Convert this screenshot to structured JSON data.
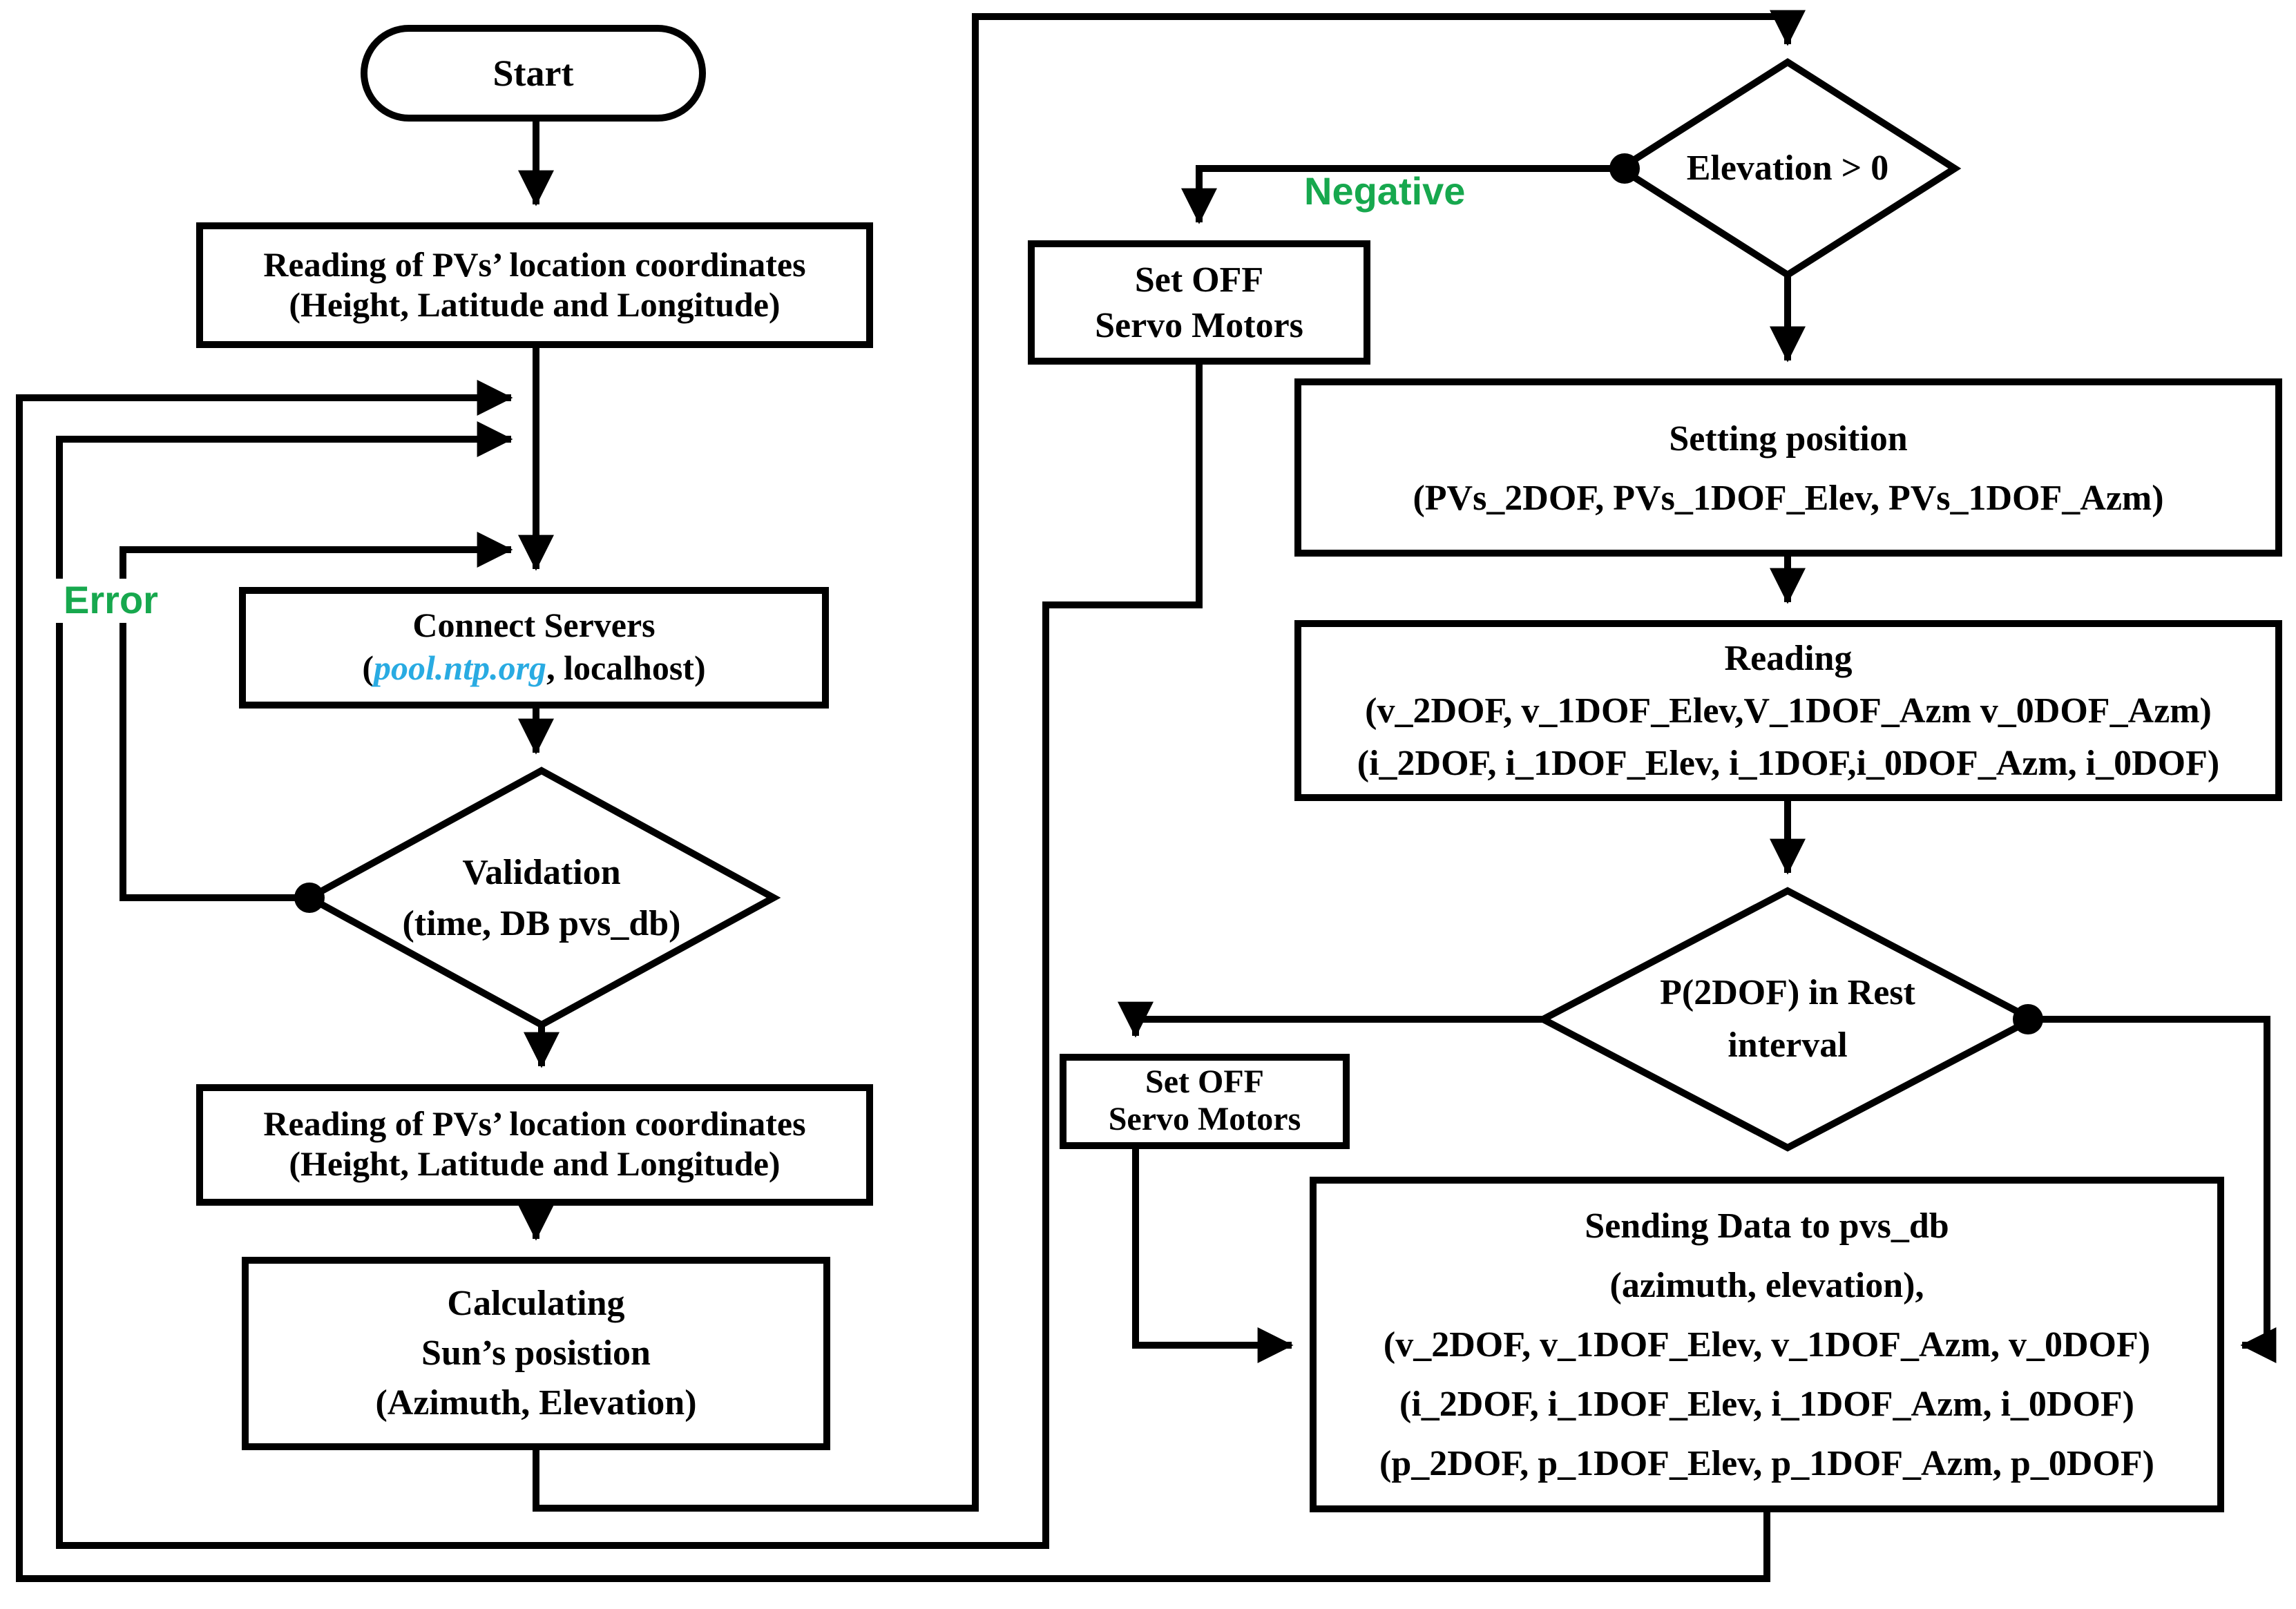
{
  "figure": {
    "type": "flowchart",
    "background": "#ffffff"
  },
  "colors": {
    "stroke": "#000000",
    "box_fill": "#ffffff",
    "label_green": "#17a84e",
    "link_blue": "#29abe2"
  },
  "nodes": {
    "start": {
      "label": "Start"
    },
    "read_coords_1": {
      "lines": [
        "Reading of PVs’ location coordinates",
        "(Height, Latitude and Longitude)"
      ]
    },
    "connect_servers": {
      "title": "Connect Servers",
      "detail_prefix": "(",
      "detail_link": "pool.ntp.org",
      "detail_suffix": ", localhost)"
    },
    "validation": {
      "lines": [
        "Validation",
        "(time, DB pvs_db)"
      ]
    },
    "read_coords_2": {
      "lines": [
        "Reading of PVs’ location coordinates",
        "(Height, Latitude and Longitude)"
      ]
    },
    "calculating": {
      "lines": [
        "Calculating",
        "Sun’s posistion",
        "(Azimuth, Elevation)"
      ]
    },
    "set_off_1": {
      "lines": [
        "Set OFF",
        "Servo Motors"
      ]
    },
    "elevation": {
      "label": "Elevation > 0"
    },
    "setting_position": {
      "lines": [
        "Setting position",
        "(PVs_2DOF, PVs_1DOF_Elev, PVs_1DOF_Azm)"
      ]
    },
    "reading_sensors": {
      "lines": [
        "Reading",
        "(v_2DOF, v_1DOF_Elev,V_1DOF_Azm v_0DOF_Azm)",
        "(i_2DOF, i_1DOF_Elev, i_1DOF,i_0DOF_Azm, i_0DOF)"
      ]
    },
    "p2dof": {
      "lines": [
        "P(2DOF) in Rest",
        "interval"
      ]
    },
    "set_off_2": {
      "lines": [
        "Set OFF",
        "Servo Motors"
      ]
    },
    "sending_data": {
      "lines": [
        "Sending Data to pvs_db",
        "(azimuth, elevation),",
        "(v_2DOF, v_1DOF_Elev, v_1DOF_Azm, v_0DOF)",
        "(i_2DOF, i_1DOF_Elev, i_1DOF_Azm, i_0DOF)",
        "(p_2DOF, p_1DOF_Elev, p_1DOF_Azm, p_0DOF)"
      ]
    }
  },
  "edge_labels": {
    "error": "Error",
    "negative": "Negative"
  }
}
